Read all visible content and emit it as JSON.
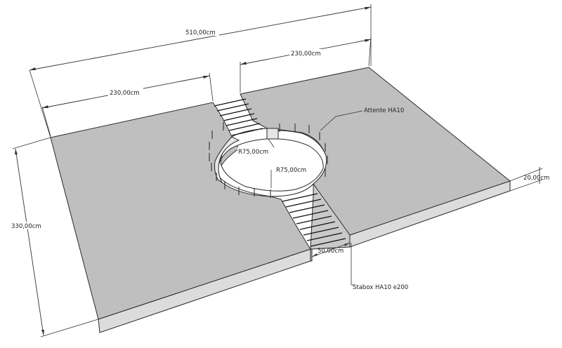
{
  "dimensions": {
    "total_length": "510,00cm",
    "left_width": "230,00cm",
    "right_width": "230,00cm",
    "depth": "330,00cm",
    "thickness": "20,00cm",
    "gap_width": "50,00cm",
    "radius_1": "R75,00cm",
    "radius_2": "R75,00cm"
  },
  "annotations": {
    "rebar_vertical": "Attente HA10",
    "rebar_stabox": "Stabox HA10 e200"
  }
}
